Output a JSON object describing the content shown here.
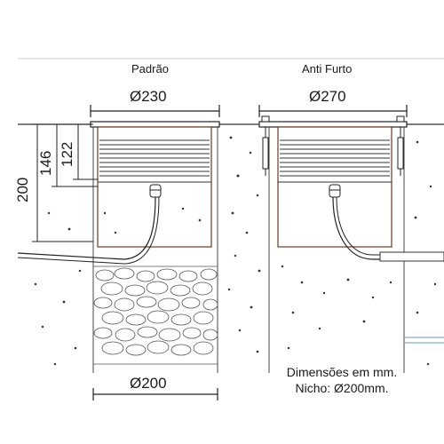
{
  "variants": {
    "standard": {
      "title": "Padrão",
      "outer_diameter": "Ø230",
      "niche_diameter": "Ø200"
    },
    "anti_theft": {
      "title": "Anti Furto",
      "outer_diameter": "Ø270"
    }
  },
  "heights": {
    "total": "200",
    "mid": "146",
    "inner": "122"
  },
  "notes": {
    "line1": "Dimensões em mm.",
    "line2": "Nicho: Ø200mm."
  }
}
